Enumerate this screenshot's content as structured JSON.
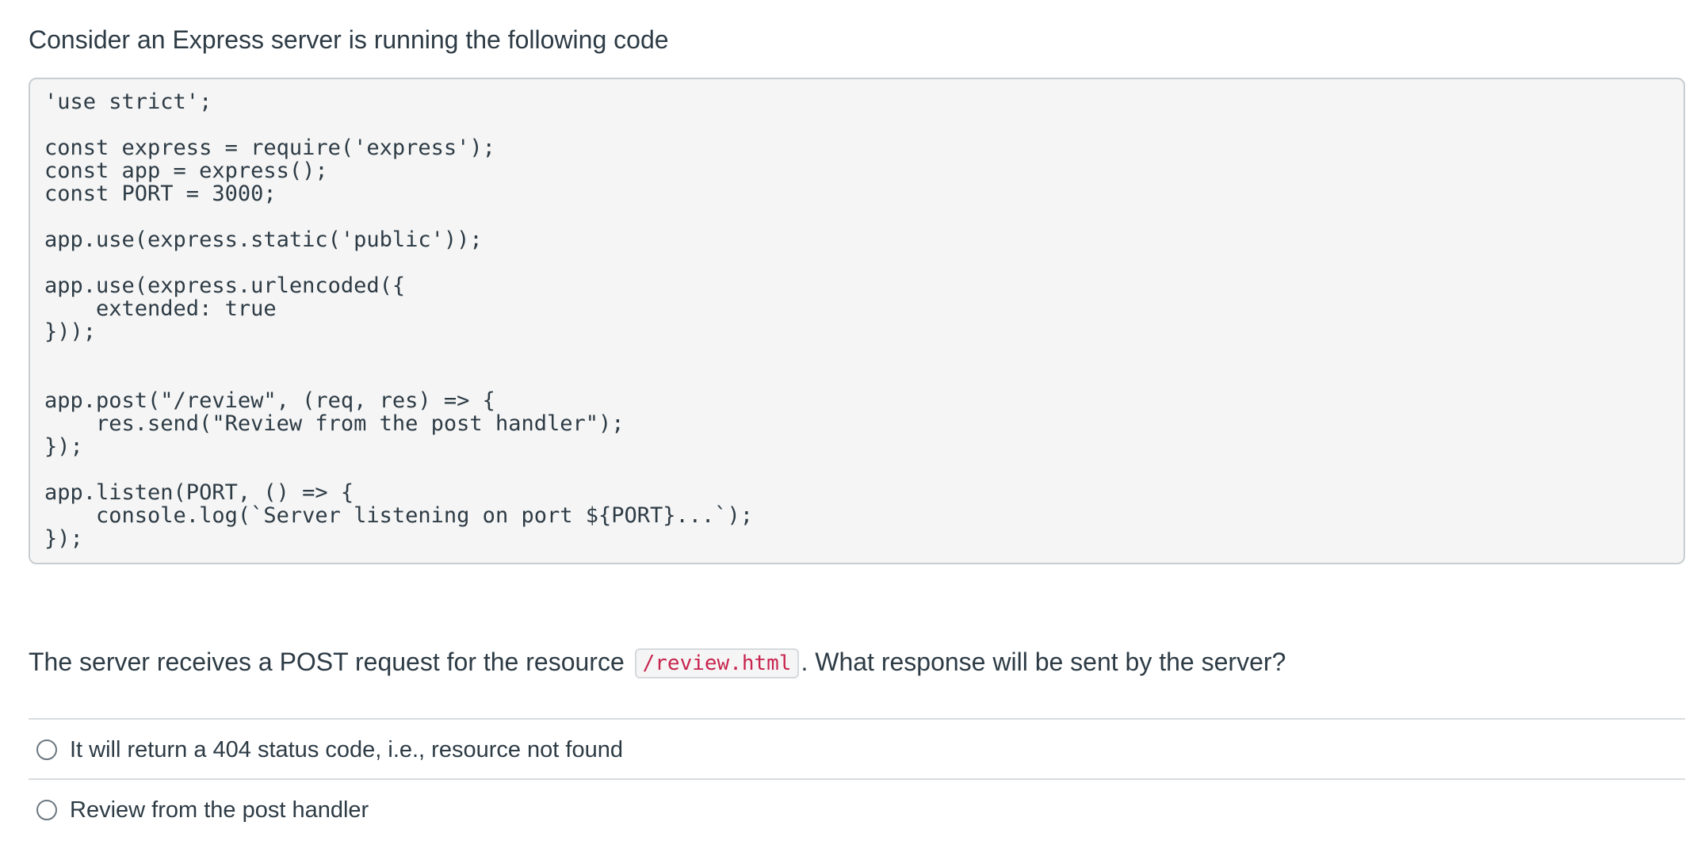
{
  "question": {
    "intro": "Consider an Express server is running the following code",
    "code_lines": [
      "'use strict';",
      "",
      "const express = require('express');",
      "const app = express();",
      "const PORT = 3000;",
      "",
      "app.use(express.static('public'));",
      "",
      "app.use(express.urlencoded({",
      "    extended: true",
      "}));",
      "",
      "",
      "app.post(\"/review\", (req, res) => {",
      "    res.send(\"Review from the post handler\");",
      "});",
      "",
      "app.listen(PORT, () => {",
      "    console.log(`Server listening on port ${PORT}...`);",
      "});"
    ],
    "prompt_before": "The server receives a POST request for the resource ",
    "resource": "/review.html",
    "prompt_after": ". What response will be sent by the server?"
  },
  "answers": [
    {
      "label": "It will return a 404 status code, i.e., resource not found"
    },
    {
      "label": "Review from the post handler"
    }
  ]
}
